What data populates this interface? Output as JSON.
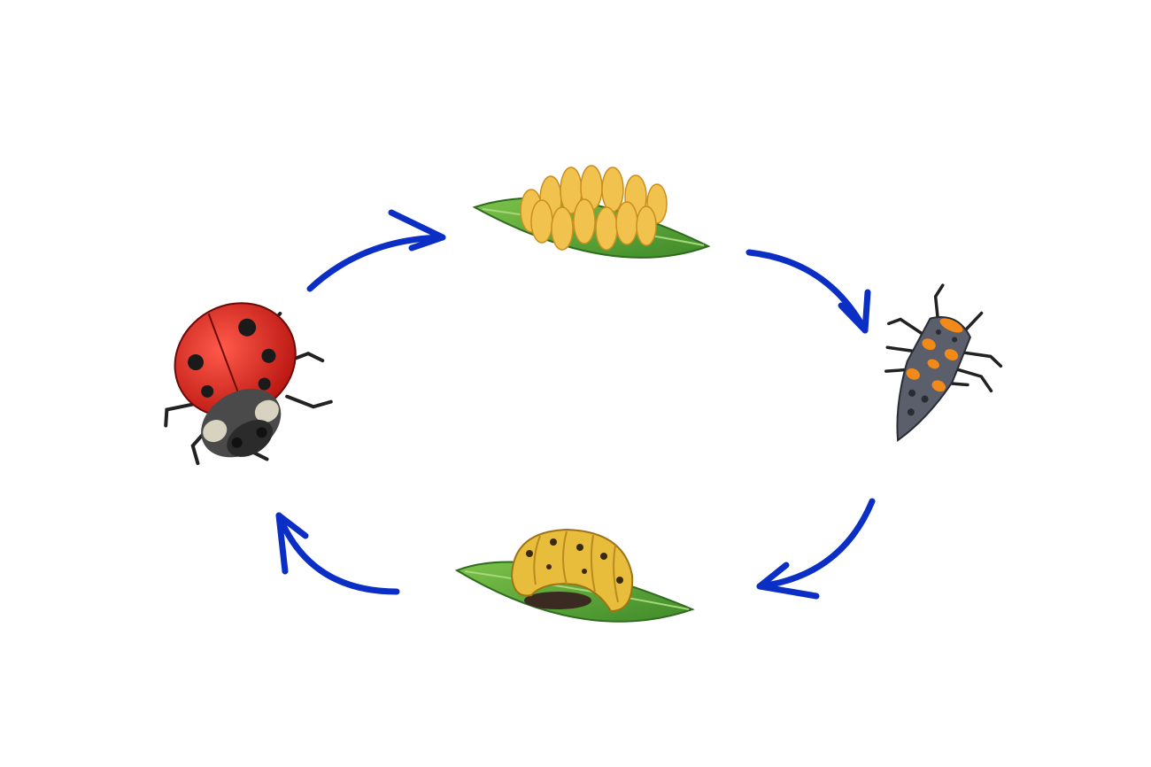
{
  "diagram": {
    "type": "life-cycle",
    "subject": "ladybug",
    "stages": [
      {
        "id": "adult",
        "icon": "adult-ladybug-icon"
      },
      {
        "id": "eggs",
        "icon": "eggs-on-leaf-icon"
      },
      {
        "id": "larva",
        "icon": "larva-icon"
      },
      {
        "id": "pupa",
        "icon": "pupa-on-leaf-icon"
      }
    ],
    "arrows": [
      {
        "from": "adult",
        "to": "eggs"
      },
      {
        "from": "eggs",
        "to": "larva"
      },
      {
        "from": "larva",
        "to": "pupa"
      },
      {
        "from": "pupa",
        "to": "adult"
      }
    ],
    "colors": {
      "arrow": "#0b2fc4",
      "leaf": "#5fa838",
      "ladybug_shell": "#d8231c",
      "egg": "#f2c24e",
      "larva_spots": "#f28a1a",
      "pupa": "#e9bd3c"
    }
  }
}
